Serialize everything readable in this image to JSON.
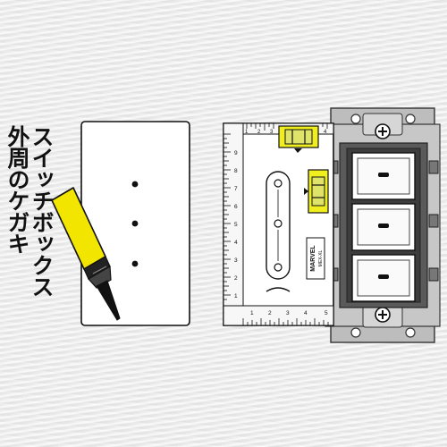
{
  "caption": {
    "line1": "スイッチボックス",
    "line2": "外周のケガキ"
  },
  "level_tool": {
    "brand": "MARVEL",
    "model": "MEX-XL",
    "ruler_top_ticks": [
      "1",
      "2",
      "3",
      "4"
    ],
    "ruler_side_ticks": [
      "9",
      "8",
      "7",
      "6",
      "5",
      "4",
      "3",
      "2",
      "1"
    ],
    "ruler_bottom_ticks": [
      "1",
      "2",
      "3",
      "4",
      "5"
    ]
  },
  "switches": {
    "count": 3
  },
  "marked_points": 3,
  "colors": {
    "background": "#eeeeee",
    "pencil_yellow": "#f2e600",
    "bubble_vial": "#f0ee1e",
    "switch_frame": "#5a5a5a",
    "mounting_plate": "#bdbdbd"
  },
  "icons": {
    "pencil": "pencil-icon",
    "wall_plate_outline": "plate-outline-icon",
    "bubble_level": "bubble-level-icon",
    "switch": "rocker-switch-icon",
    "screw": "screw-icon"
  }
}
